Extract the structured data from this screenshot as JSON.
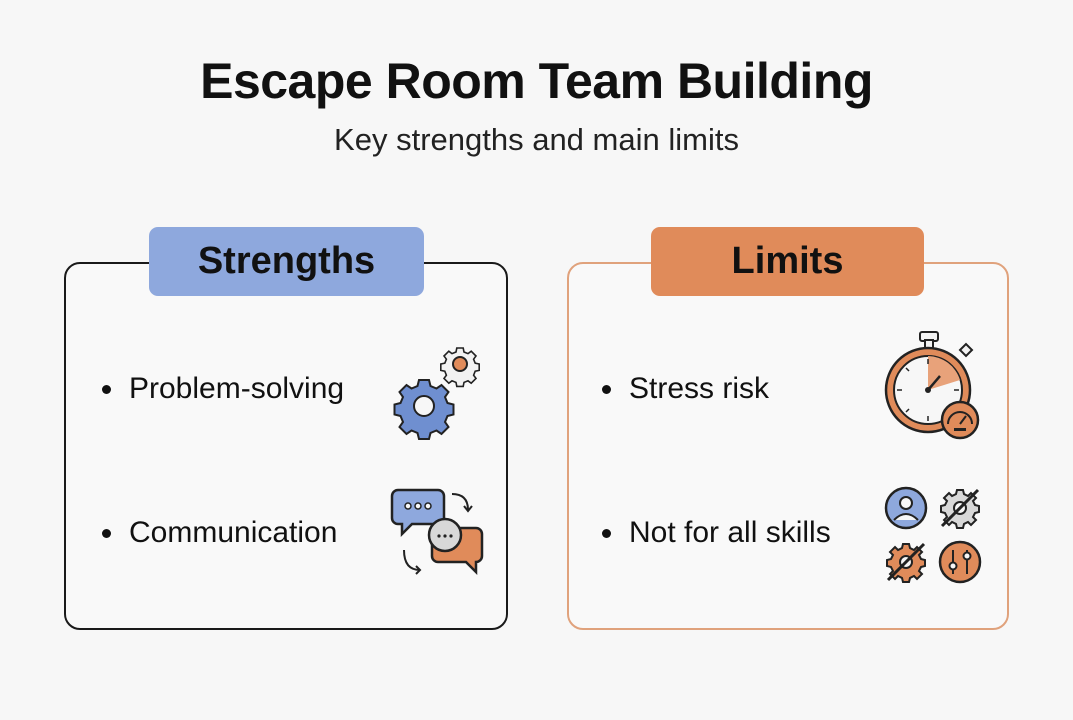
{
  "header": {
    "title": "Escape Room Team Building",
    "subtitle": "Key strengths and main limits"
  },
  "strengths": {
    "label": "Strengths",
    "color": "#8ea8dd",
    "items": [
      {
        "text": "Problem-solving",
        "icon": "gears-icon"
      },
      {
        "text": "Communication",
        "icon": "chat-bubbles-icon"
      }
    ]
  },
  "limits": {
    "label": "Limits",
    "color": "#e08b5a",
    "items": [
      {
        "text": "Stress risk",
        "icon": "stopwatch-icon"
      },
      {
        "text": "Not for all skills",
        "icon": "skills-grid-icon"
      }
    ]
  }
}
